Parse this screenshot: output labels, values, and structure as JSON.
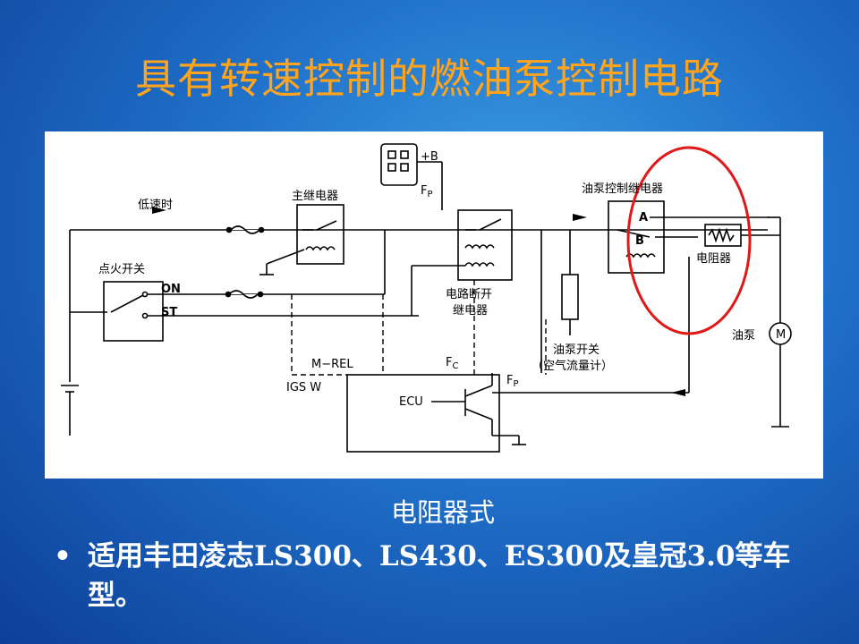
{
  "slide": {
    "title": "具有转速控制的燃油泵控制电路",
    "caption": "电阻器式",
    "bullet": "•",
    "bullet_text": "适用丰田凌志LS300、LS430、ES300及皇冠3.0等车型。"
  },
  "diagram": {
    "labels": {
      "low_speed": "低速时",
      "main_relay": "主继电器",
      "plus_b": "+B",
      "fp_top_main": "F",
      "fp_top_sub": "P",
      "pump_control_relay": "油泵控制继电器",
      "terminal_a": "A",
      "terminal_b": "B",
      "resistor": "电阻器",
      "ignition_switch": "点火开关",
      "on": "ON",
      "st": "ST",
      "circuit_open_relay_1": "电路断开",
      "circuit_open_relay_2": "继电器",
      "fuel_pump": "油泵",
      "motor": "M",
      "pump_switch_1": "油泵开关",
      "pump_switch_2": "（空气流量计）",
      "m_rel": "M−REL",
      "fc_main": "F",
      "fc_sub": "C",
      "fp_ecu_main": "F",
      "fp_ecu_sub": "P",
      "igs_w": "IGS W",
      "ecu": "ECU"
    },
    "colors": {
      "highlight": "#e01818",
      "title": "#ffa41c"
    }
  }
}
